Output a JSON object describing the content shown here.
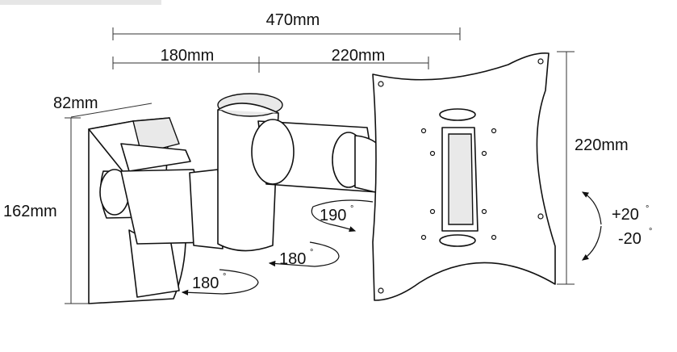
{
  "dimensions": {
    "total_width": "470mm",
    "arm_first_segment": "180mm",
    "arm_second_segment": "220mm",
    "wall_plate_width": "82mm",
    "wall_plate_height": "162mm",
    "vesa_plate_height": "220mm"
  },
  "rotations": {
    "wall_joint": "180",
    "middle_joint": "180",
    "head_swivel": "190",
    "tilt_up": "+20",
    "tilt_down": "-20",
    "degree_symbol": "°"
  },
  "colors": {
    "line": "#111111",
    "dimension_line": "#333333",
    "background": "#ffffff"
  }
}
